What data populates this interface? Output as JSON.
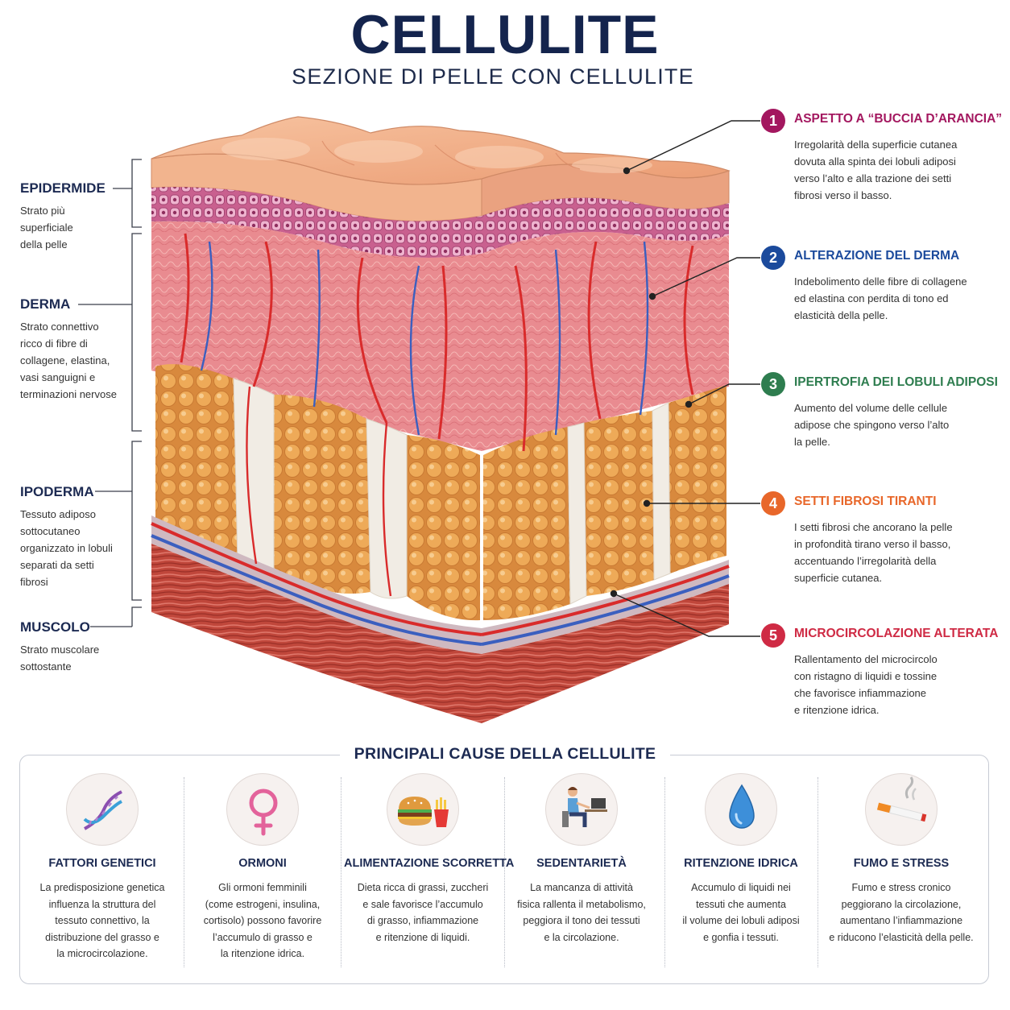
{
  "header": {
    "title": "CELLULITE",
    "subtitle": "SEZIONE DI PELLE CON CELLULITE"
  },
  "layers": [
    {
      "name": "EPIDERMIDE",
      "description": "Strato più\nsuperficiale\ndella pelle"
    },
    {
      "name": "DERMA",
      "description": "Strato connettivo\nricco di fibre di\ncollagene, elastina,\nvasi sanguigni e\nterminazioni nervose"
    },
    {
      "name": "IPODERMA",
      "description": "Tessuto adiposo\nsottocutaneo\norganizzato in lobuli\nseparati da setti\nfibrosi"
    },
    {
      "name": "MUSCOLO",
      "description": "Strato muscolare\nsottostante"
    }
  ],
  "callouts": [
    {
      "number": "1",
      "color": "#a3175f",
      "title": "ASPETTO A “BUCCIA D’ARANCIA”",
      "text": "Irregolarità della superficie cutanea\ndovuta alla spinta dei lobuli adiposi\nverso l’alto e alla trazione dei setti\nfibrosi verso il basso."
    },
    {
      "number": "2",
      "color": "#1b4a9c",
      "title": "ALTERAZIONE DEL DERMA",
      "text": "Indebolimento delle fibre di collagene\ned elastina con perdita di tono ed\nelasticità della pelle."
    },
    {
      "number": "3",
      "color": "#2e7d4f",
      "title": "IPERTROFIA DEI LOBULI ADIPOSI",
      "text": "Aumento del volume delle cellule\nadipose che spingono verso l’alto\nla pelle."
    },
    {
      "number": "4",
      "color": "#e8672a",
      "title": "SETTI FIBROSI TIRANTI",
      "text": "I setti fibrosi che ancorano la pelle\nin profondità tirano verso il basso,\naccentuando l’irregolarità della\nsuperficie cutanea."
    },
    {
      "number": "5",
      "color": "#cf2a44",
      "title": "MICROCIRCOLAZIONE ALTERATA",
      "text": "Rallentamento del microcircolo\ncon ristagno di liquidi e tossine\nche favorisce infiammazione\ne ritenzione idrica."
    }
  ],
  "causes": {
    "title": "PRINCIPALI CAUSE DELLA CELLULITE",
    "items": [
      {
        "icon": "dna-icon",
        "title": "FATTORI GENETICI",
        "text": "La predisposizione genetica\ninfluenza la struttura del\ntessuto connettivo, la\ndistribuzione del grasso e\nla microcircolazione."
      },
      {
        "icon": "female-symbol-icon",
        "title": "ORMONI",
        "text": "Gli ormoni femminili\n(come estrogeni, insulina,\ncortisolo) possono favorire\nl’accumulo di grasso e\nla ritenzione idrica."
      },
      {
        "icon": "burger-fries-icon",
        "title": "ALIMENTAZIONE SCORRETTA",
        "text": "Dieta ricca di grassi, zuccheri\ne sale favorisce l’accumulo\ndi grasso, infiammazione\ne ritenzione di liquidi."
      },
      {
        "icon": "desk-worker-icon",
        "title": "SEDENTARIETÀ",
        "text": "La mancanza di attività\nfisica rallenta il metabolismo,\npeggiora il tono dei tessuti\ne la circolazione."
      },
      {
        "icon": "water-drop-icon",
        "title": "RITENZIONE IDRICA",
        "text": "Accumulo di liquidi nei\ntessuti che aumenta\nil volume dei lobuli adiposi\ne gonfia i tessuti."
      },
      {
        "icon": "cigarette-icon",
        "title": "FUMO E STRESS",
        "text": "Fumo e stress cronico\npeggiorano la circolazione,\naumentano l’infiammazione\ne riducono l’elasticità della pelle."
      }
    ]
  },
  "colors": {
    "navy": "#14244d",
    "skin_surface": "#f0a77f",
    "epidermis_cells": "#d9709f",
    "dermis": "#e88a8e",
    "fat": "#eaa552",
    "septa": "#f3eee6",
    "artery": "#d92b2b",
    "vein": "#3b5fbf",
    "muscle": "#c94438"
  }
}
